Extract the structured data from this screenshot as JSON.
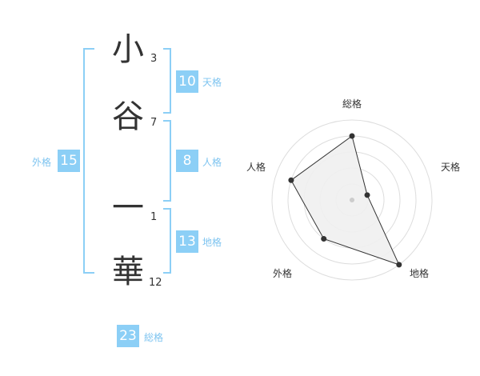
{
  "name": {
    "chars": [
      {
        "char": "小",
        "strokes": "3"
      },
      {
        "char": "谷",
        "strokes": "7"
      },
      {
        "char": "一",
        "strokes": "1"
      },
      {
        "char": "華",
        "strokes": "12"
      }
    ]
  },
  "kakusu": {
    "tenkaku": {
      "value": "10",
      "label": "天格"
    },
    "jinkaku": {
      "value": "8",
      "label": "人格"
    },
    "chikaku": {
      "value": "13",
      "label": "地格"
    },
    "gaikaku": {
      "value": "15",
      "label": "外格"
    },
    "soukaku": {
      "value": "23",
      "label": "総格"
    }
  },
  "chart_data": {
    "type": "radar",
    "axes": [
      "総格",
      "天格",
      "地格",
      "外格",
      "人格"
    ],
    "values": [
      4,
      1,
      5,
      3,
      4
    ],
    "rmax": 5,
    "rings": 5,
    "colors": {
      "fill": "#f0f0f0",
      "line": "#333333",
      "ring": "#dddddd",
      "point": "#333333"
    }
  }
}
